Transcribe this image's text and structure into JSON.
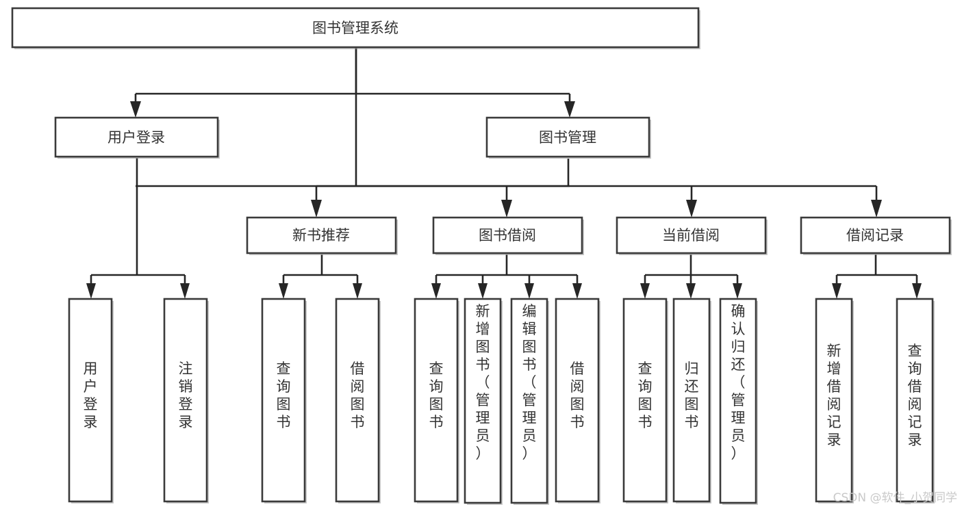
{
  "diagram": {
    "title": "图书管理系统",
    "type": "hierarchy-tree",
    "orientation": "top-down",
    "colors": {
      "box_stroke": "#3a3a3a",
      "box_fill": "#ffffff",
      "edge": "#262626",
      "text": "#333333",
      "watermark": "#c9c9c9",
      "background": "#ffffff"
    },
    "levels": {
      "level1": [
        {
          "id": "root",
          "label": "图书管理系统",
          "orientation": "horizontal"
        }
      ],
      "level2": [
        {
          "id": "user-login",
          "label": "用户登录",
          "orientation": "horizontal"
        },
        {
          "id": "book-manage",
          "label": "图书管理",
          "orientation": "horizontal"
        }
      ],
      "level3": [
        {
          "id": "new-book-rec",
          "label": "新书推荐",
          "orientation": "horizontal",
          "parent": "book-manage"
        },
        {
          "id": "book-borrow",
          "label": "图书借阅",
          "orientation": "horizontal",
          "parent": "book-manage"
        },
        {
          "id": "current-borrow",
          "label": "当前借阅",
          "orientation": "horizontal",
          "parent": "book-manage"
        },
        {
          "id": "borrow-record",
          "label": "借阅记录",
          "orientation": "horizontal",
          "parent": "book-manage"
        }
      ],
      "level4": [
        {
          "id": "leaf-user-login",
          "label": "用户登录",
          "orientation": "vertical",
          "parent": "user-login"
        },
        {
          "id": "leaf-logout",
          "label": "注销登录",
          "orientation": "vertical",
          "parent": "user-login"
        },
        {
          "id": "leaf-query-book-1",
          "label": "查询图书",
          "orientation": "vertical",
          "parent": "new-book-rec"
        },
        {
          "id": "leaf-borrow-book-1",
          "label": "借阅图书",
          "orientation": "vertical",
          "parent": "new-book-rec"
        },
        {
          "id": "leaf-query-book-2",
          "label": "查询图书",
          "orientation": "vertical",
          "parent": "book-borrow"
        },
        {
          "id": "leaf-add-book",
          "label": "新增图书（管理员）",
          "orientation": "vertical",
          "parent": "book-borrow"
        },
        {
          "id": "leaf-edit-book",
          "label": "编辑图书（管理员）",
          "orientation": "vertical",
          "parent": "book-borrow"
        },
        {
          "id": "leaf-borrow-book-2",
          "label": "借阅图书",
          "orientation": "vertical",
          "parent": "book-borrow"
        },
        {
          "id": "leaf-query-book-3",
          "label": "查询图书",
          "orientation": "vertical",
          "parent": "current-borrow"
        },
        {
          "id": "leaf-return-book",
          "label": "归还图书",
          "orientation": "vertical",
          "parent": "current-borrow"
        },
        {
          "id": "leaf-confirm-return",
          "label": "确认归还（管理员）",
          "orientation": "vertical",
          "parent": "current-borrow"
        },
        {
          "id": "leaf-add-record",
          "label": "新增借阅记录",
          "orientation": "vertical",
          "parent": "borrow-record"
        },
        {
          "id": "leaf-query-record",
          "label": "查询借阅记录",
          "orientation": "vertical",
          "parent": "borrow-record"
        }
      ]
    },
    "watermark": "CSDN @软件_小贺同学"
  }
}
